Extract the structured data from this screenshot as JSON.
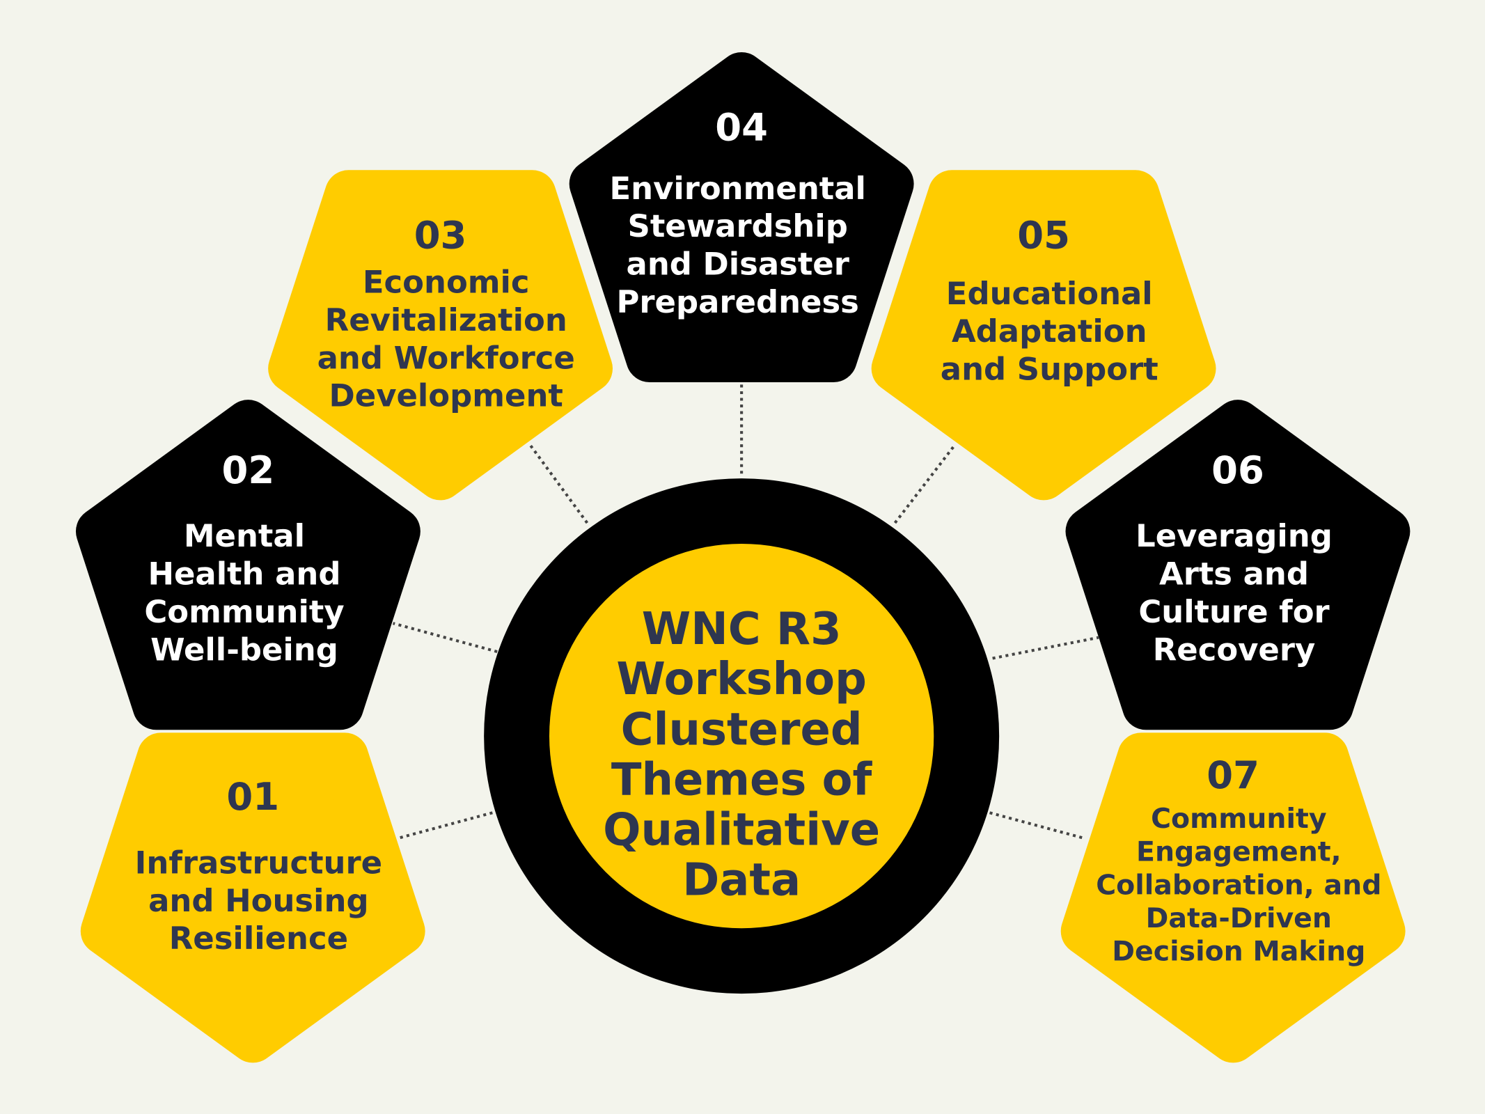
{
  "title": "WNC R3 Workshop Clustered Themes of Qualitative Data",
  "center": {
    "lines": [
      "WNC R3",
      "Workshop",
      "Clustered",
      "Themes of",
      "Qualitative",
      "Data"
    ]
  },
  "colors": {
    "background": "#F3F4EC",
    "yellow": "#FFCC00",
    "black": "#000000",
    "dark_text": "#2E3650",
    "light_text": "#FFFFFF"
  },
  "themes": [
    {
      "number": "01",
      "lines": [
        "Infrastructure",
        "and Housing",
        "Resilience"
      ],
      "color": "yellow"
    },
    {
      "number": "02",
      "lines": [
        "Mental",
        "Health and",
        "Community",
        "Well-being"
      ],
      "color": "black"
    },
    {
      "number": "03",
      "lines": [
        "Economic",
        "Revitalization",
        "and Workforce",
        "Development"
      ],
      "color": "yellow"
    },
    {
      "number": "04",
      "lines": [
        "Environmental",
        "Stewardship",
        "and Disaster",
        "Preparedness"
      ],
      "color": "black"
    },
    {
      "number": "05",
      "lines": [
        "Educational",
        "Adaptation",
        "and Support"
      ],
      "color": "yellow"
    },
    {
      "number": "06",
      "lines": [
        "Leveraging",
        "Arts and",
        "Culture for",
        "Recovery"
      ],
      "color": "black"
    },
    {
      "number": "07",
      "lines": [
        "Community",
        "Engagement,",
        "Collaboration, and",
        "Data-Driven",
        "Decision Making"
      ],
      "color": "yellow"
    }
  ]
}
